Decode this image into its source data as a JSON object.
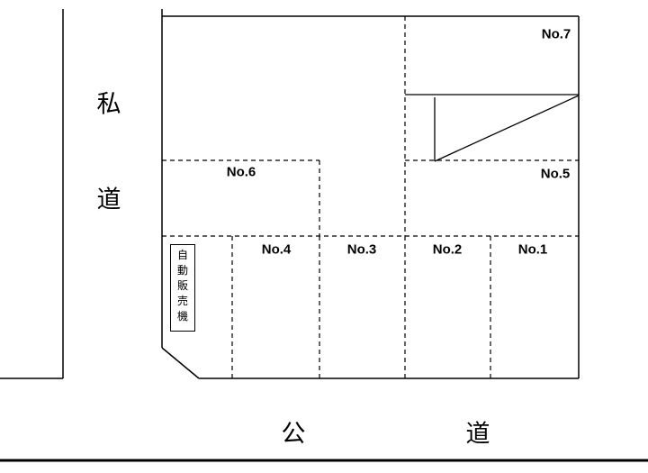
{
  "colors": {
    "line": "#000000",
    "background": "#ffffff"
  },
  "roads": {
    "private_road": {
      "chars": [
        "私",
        "道"
      ]
    },
    "public_road": {
      "chars": [
        "公",
        "道"
      ]
    }
  },
  "spaces": {
    "no7": "No.7",
    "no6": "No.6",
    "no5": "No.5",
    "no4": "No.4",
    "no3": "No.3",
    "no2": "No.2",
    "no1": "No.1"
  },
  "vending_machine": {
    "label": "自動販売機"
  }
}
